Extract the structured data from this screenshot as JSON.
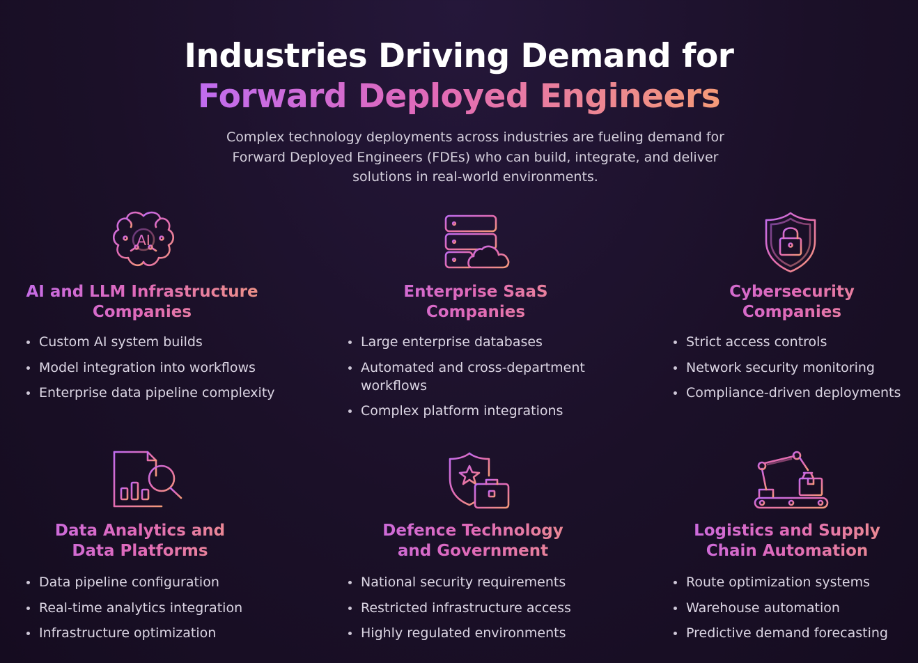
{
  "header": {
    "title_line1": "Industries Driving Demand for",
    "title_line2": "Forward Deployed Engineers",
    "subtitle": "Complex technology deployments across industries are fueling demand for Forward Deployed Engineers (FDEs) who can build, integrate, and deliver solutions in real-world environments."
  },
  "colors": {
    "background": "#1b1028",
    "gradient_start": "#c06cf0",
    "gradient_mid": "#e16ab8",
    "gradient_end": "#f59a78"
  },
  "industries": [
    {
      "icon": "ai-brain-icon",
      "icon_text": "AI",
      "title_line1": "AI and LLM Infrastructure",
      "title_line2": "Companies",
      "points": [
        "Custom AI system builds",
        "Model integration into workflows",
        "Enterprise data pipeline complexity"
      ]
    },
    {
      "icon": "server-cloud-icon",
      "title_line1": "Enterprise SaaS",
      "title_line2": "Companies",
      "points": [
        "Large enterprise databases",
        "Automated and cross-department workflows",
        "Complex platform integrations"
      ]
    },
    {
      "icon": "shield-lock-icon",
      "title_line1": "Cybersecurity",
      "title_line2": "Companies",
      "points": [
        "Strict access controls",
        "Network security monitoring",
        "Compliance-driven deployments"
      ]
    },
    {
      "icon": "report-search-icon",
      "title_line1": "Data Analytics and",
      "title_line2": "Data Platforms",
      "points": [
        "Data pipeline configuration",
        "Real-time analytics integration",
        "Infrastructure optimization"
      ]
    },
    {
      "icon": "shield-star-briefcase-icon",
      "title_line1": "Defence Technology",
      "title_line2": "and Government",
      "points": [
        "National security requirements",
        "Restricted infrastructure access",
        "Highly regulated environments"
      ]
    },
    {
      "icon": "robot-arm-conveyor-icon",
      "title_line1": "Logistics and Supply",
      "title_line2": "Chain Automation",
      "points": [
        "Route optimization systems",
        "Warehouse automation",
        "Predictive demand forecasting"
      ]
    }
  ]
}
